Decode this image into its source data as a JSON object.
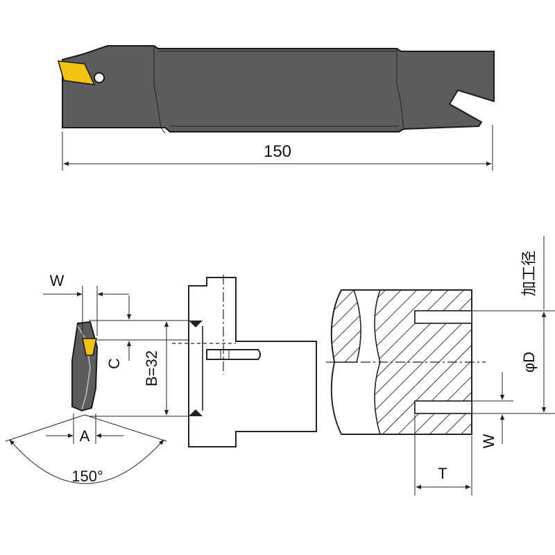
{
  "title": "",
  "dimensions": {
    "length": "150",
    "w_top": "W",
    "c": "C",
    "b": "B=32",
    "a": "A",
    "angle": "150°",
    "diameter": "φD",
    "machining_diameter": "加工径",
    "w_right": "W",
    "t": "T"
  },
  "colors": {
    "holder": "#5c5c5c",
    "insert": "#f1c40f",
    "line": "#222222"
  }
}
